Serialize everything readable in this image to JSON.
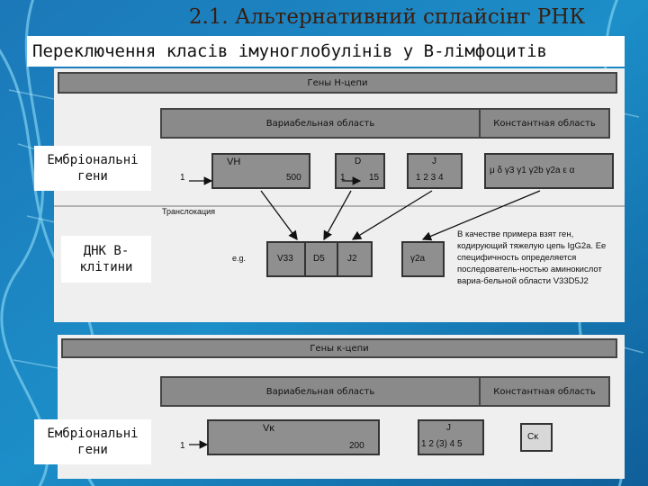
{
  "slide": {
    "title": "2.1. Альтернативний сплайсінг РНК",
    "subtitle": "Переключення класів імуноглобулінів у В-лімфоцитів"
  },
  "heavy": {
    "header": "Гены Н-цепи",
    "variable_label": "Вариабельная область",
    "constant_label": "Константная область",
    "v_label": "VH",
    "v_start": "1",
    "v_end": "500",
    "d_label": "D",
    "d_start": "1",
    "d_end": "15",
    "j_label": "J",
    "j_numbers": "1 2 3 4",
    "constant_genes": "μ δ γ3 γ1 γ2b γ2a ε α",
    "translocation": "Транслокация",
    "eg": "e.g.",
    "seg_v": "V33",
    "seg_d": "D5",
    "seg_j": "J2",
    "seg_c": "γ2a",
    "note": "В качестве примера взят ген, кодирующий тяжелую цепь IgG2a. Ее специфичность определяется последователь-ностью аминокислот вариа-бельной области V33D5J2"
  },
  "light": {
    "header": "Гены κ-цепи",
    "variable_label": "Вариабельная область",
    "constant_label": "Константная область",
    "v_label": "Vκ",
    "v_start": "1",
    "v_end": "200",
    "j_label": "J",
    "j_numbers": "1 2 (3) 4 5",
    "c_label": "Cκ"
  },
  "side_labels": {
    "embryonic_1": "Ембріональні гени",
    "dna_b": "ДНК В-клітини",
    "embryonic_2": "Ембріональні гени"
  }
}
